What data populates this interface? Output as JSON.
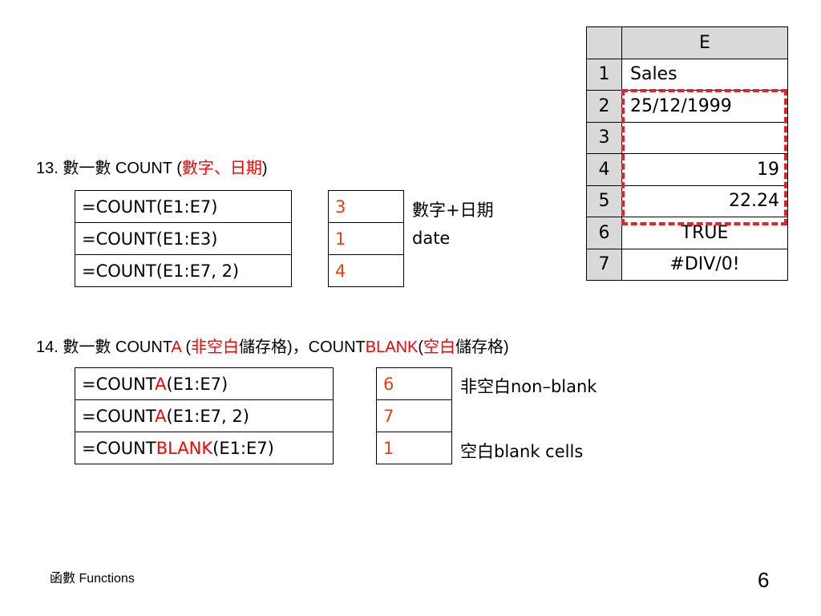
{
  "sheet": {
    "column_header": "E",
    "rows": [
      {
        "num": "1",
        "value": "Sales",
        "align": "left"
      },
      {
        "num": "2",
        "value": "25/12/1999",
        "align": "left"
      },
      {
        "num": "3",
        "value": "",
        "align": "left"
      },
      {
        "num": "4",
        "value": "19",
        "align": "right"
      },
      {
        "num": "5",
        "value": "22.24",
        "align": "right"
      },
      {
        "num": "6",
        "value": "TRUE",
        "align": "center"
      },
      {
        "num": "7",
        "value": "#DIV/0!",
        "align": "center"
      }
    ],
    "highlight_color": "#e8202a"
  },
  "section13": {
    "number": "13. ",
    "title_a": "數一數 COUNT (",
    "title_red": "數字、日期",
    "title_b": ")",
    "formulas": [
      "=COUNT(E1:E7)",
      "=COUNT(E1:E3)",
      "=COUNT(E1:E7, 2)"
    ],
    "results": [
      "3",
      "1",
      "4"
    ],
    "note1": "數字+日期",
    "note2": "date"
  },
  "section14": {
    "number": "14. ",
    "title_a": "數一數 COUNT",
    "title_red1": "A",
    "title_b": " (",
    "title_red2": "非空白",
    "title_c": "儲存格)，COUNT",
    "title_red3": "BLANK",
    "title_d": "(",
    "title_red4": "空白",
    "title_e": "儲存格)",
    "formulas": [
      {
        "pre": "=COUNT",
        "red": "A",
        "post": "(E1:E7)"
      },
      {
        "pre": "=COUNT",
        "red": "A",
        "post": "(E1:E7, 2)"
      },
      {
        "pre": "=COUNT",
        "red": "BLANK",
        "post": "(E1:E7)"
      }
    ],
    "results": [
      "6",
      "7",
      "1"
    ],
    "note1": "非空白non–blank",
    "note2": "空白blank cells"
  },
  "footer": {
    "label": "函數 Functions",
    "page": "6"
  },
  "colors": {
    "red": "#ff0000",
    "result_orange": "#e8400c",
    "header_gray": "#d9d9d9"
  }
}
